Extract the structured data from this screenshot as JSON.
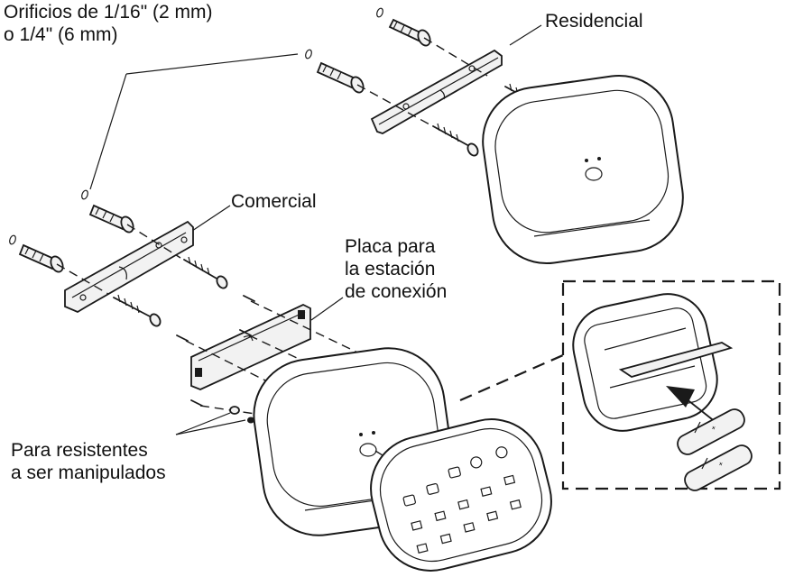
{
  "labels": {
    "holes_line1": "Orificios de 1/16\" (2 mm)",
    "holes_line2": "o 1/4\" (6 mm)",
    "residential": "Residencial",
    "commercial": "Comercial",
    "plate_line1": "Placa para",
    "plate_line2": "la estación",
    "plate_line3": "de conexión",
    "tamper_line1": "Para resistentes",
    "tamper_line2": "a ser manipulados"
  },
  "icons": [
    "wall-anchor-icon",
    "screw-icon",
    "bracket-icon",
    "battery-icon",
    "arrow-icon"
  ]
}
